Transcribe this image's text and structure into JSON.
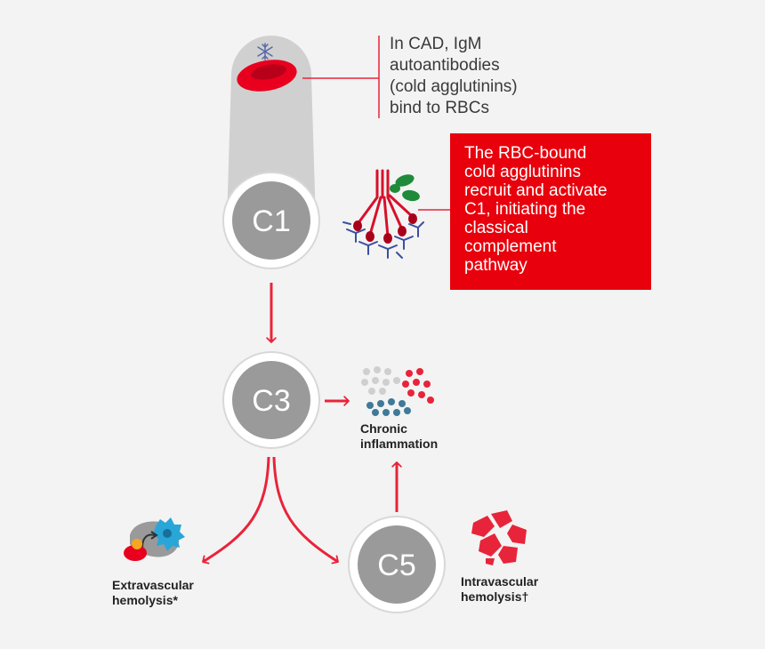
{
  "nodes": {
    "c1": "C1",
    "c3": "C3",
    "c5": "C5"
  },
  "text": {
    "igm_description": "In CAD, IgM\nautoantibodies\n(cold agglutinins)\nbind to RBCs",
    "activation_description": "The RBC-bound\ncold agglutinins\nrecruit and activate\nC1, initiating the\nclassical\ncomplement\npathway",
    "chronic_inflammation": "Chronic\ninflammation",
    "extravascular_hemolysis": "Extravascular\nhemolysis*",
    "intravascular_hemolysis": "Intravascular\nhemolysis†"
  },
  "icons": {
    "rbc": "red-blood-cell-icon",
    "snowflake": "snowflake-icon",
    "complex": "c1-antibody-complex-icon",
    "inflammation": "inflammatory-cells-icon",
    "macrophage": "liver-macrophage-icon",
    "lysed_rbc": "lysed-rbc-fragments-icon"
  },
  "colors": {
    "accent_red": "#e8001e",
    "node_gray": "#9a9a9a",
    "vessel_gray": "#d0d0d0",
    "text": "#3a3a3a"
  }
}
